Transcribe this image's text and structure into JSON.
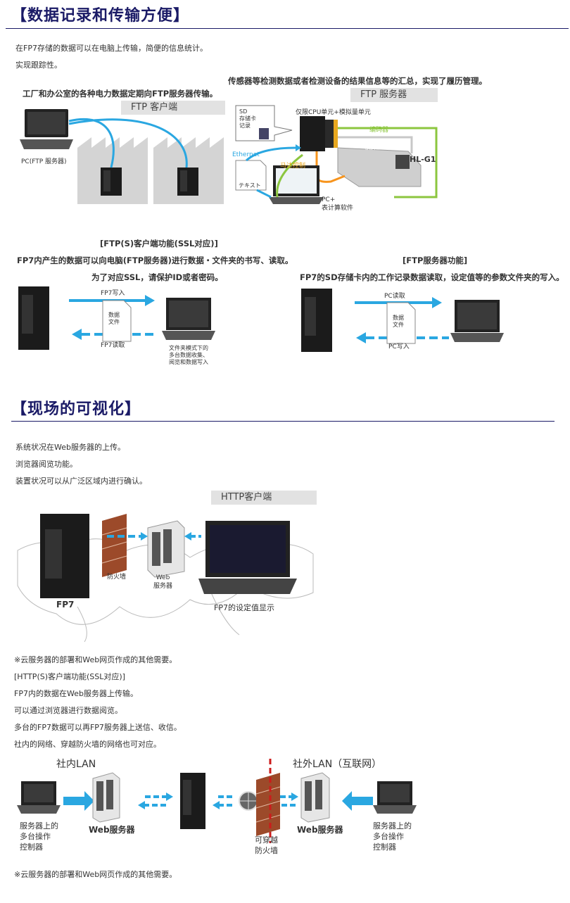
{
  "section1": {
    "title": "【数据记录和传输方便】",
    "intro": [
      "在FP7存储的数据可以在电脑上传输，简便的信息统计。",
      "实现跟踪性。"
    ],
    "left_caption": "工厂和办公室的各种电力数据定期向FTP服务器传输。",
    "right_caption": "传感器等检测数据或者检测设备的结果信息等的汇总，实现了履历管理。",
    "ftp_client_bar": "FTP 客户端",
    "ftp_server_bar": "FTP 服务器",
    "pc_ftp_server": "PC(FTP 服务器)",
    "sd_lines": [
      "SD",
      "存储卡",
      "记录"
    ],
    "cpu_label": "仅限CPU单元+模拟量单元",
    "ethernet": "Ethernet",
    "encoder": "编码器",
    "analog": "模拟量",
    "motor_control": "马达控制",
    "text_label": "テキスト",
    "hlg1": "HL-G1",
    "pc_plus": [
      "PC+",
      "表计算软件"
    ]
  },
  "ftp_client": {
    "heading": "[FTP(S)客户端功能(SSL对应)]",
    "line1": "FP7内产生的数据可以向电脑(FTP服务器)进行数据・文件夹的书写、读取。",
    "line2": "为了对应SSL，请保护ID或者密码。",
    "write": "FP7写入",
    "read": "FP7读取",
    "doc": [
      "数据",
      "文件"
    ],
    "pc_note": [
      "文件夹模式下的",
      "多台数据收集、",
      "阅览和数据写入"
    ]
  },
  "ftp_server": {
    "heading": "[FTP服务器功能]",
    "line1": "FP7的SD存储卡内的工作记录数据读取，设定值等的参数文件夹的写入。",
    "read": "PC读取",
    "write": "PC写入",
    "doc": [
      "数据",
      "文件"
    ]
  },
  "section2": {
    "title": "【现场的可视化】",
    "intro": [
      "系统状况在Web服务器的上传。",
      "浏览器阅览功能。",
      "装置状况可以从广泛区域内进行确认。"
    ],
    "http_bar": "HTTP客户端",
    "firewall": "防火墙",
    "web_server": [
      "Web",
      "服务器"
    ],
    "fp7": "FP7",
    "fp7_setting": "FP7的设定值显示",
    "notes": [
      "※云服务器的部署和Web网页作成的其他需要。",
      "[HTTP(S)客户端功能(SSL对应)]",
      "FP7内的数据在Web服务器上传输。",
      "可以通过浏览器进行数据阅览。",
      "多台的FP7数据可以再FP7服务器上送信、收信。",
      "社内的网络、穿越防火墙的网络也可对应。"
    ],
    "lan_in": "社内LAN",
    "lan_out": "社外LAN（互联网）",
    "left_pc": [
      "服务器上的",
      "多台操作",
      "控制器"
    ],
    "right_pc": [
      "服务器上的",
      "多台操作",
      "控制器"
    ],
    "web_server_left": "Web服务器",
    "web_server_right": "Web服务器",
    "firewall_pass": [
      "可穿越",
      "防火墙"
    ],
    "footnote": "※云服务器的部署和Web网页作成的其他需要。"
  },
  "colors": {
    "heading": "#1a1a66",
    "arrow_blue": "#2aa7e1",
    "green": "#8cc63f",
    "orange": "#f7941d",
    "firewall": "#9c4a2a"
  }
}
